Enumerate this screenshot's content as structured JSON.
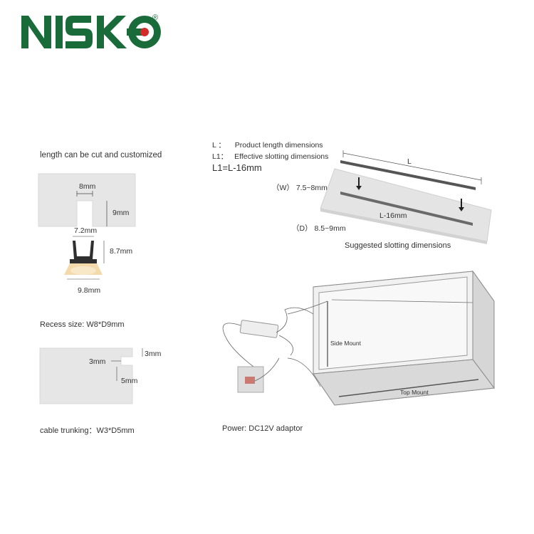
{
  "brand": {
    "logo_text": "NISKO",
    "registered": "®",
    "green": "#1a6b3a",
    "red": "#d42a2a"
  },
  "recess": {
    "heading": "length can be cut and customized",
    "width_label": "8mm",
    "depth_label": "9mm",
    "profile_width_top": "7.2mm",
    "profile_height": "8.7mm",
    "profile_width_bottom": "9.8mm",
    "caption": "Recess size: W8*D9mm"
  },
  "trunking": {
    "label_top": "3mm",
    "label_left": "3mm",
    "label_bottom": "5mm",
    "caption": "cable trunking：W3*D5mm"
  },
  "slotting": {
    "legend": [
      {
        "key": "L ：",
        "text": "Product length dimensions"
      },
      {
        "key": "L1：",
        "text": "Effective slotting dimensions"
      }
    ],
    "formula": "L1=L-16mm",
    "width_label": "（W） 7.5~8mm",
    "depth_label": "（D） 8.5~9mm",
    "length_label": "L",
    "slot_length_label": "L-16mm",
    "caption": "Suggested slotting dimensions"
  },
  "install": {
    "side_mount": "Side Mount",
    "top_mount": "Top Mount",
    "power_caption": "Power: DC12V adaptor"
  }
}
